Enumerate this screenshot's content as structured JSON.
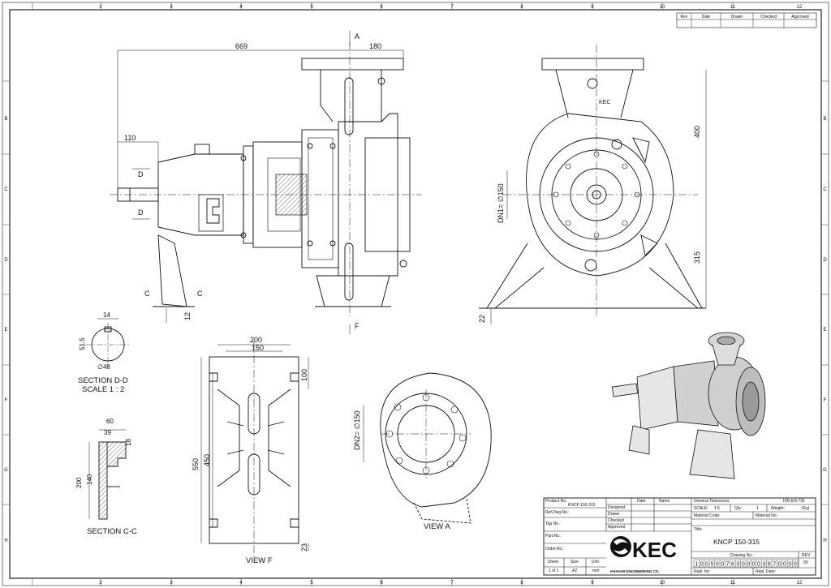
{
  "border": {
    "col_labels": [
      "2",
      "3",
      "4",
      "5",
      "6",
      "7",
      "8",
      "9",
      "10",
      "11",
      "12"
    ],
    "row_labels": [
      "B",
      "C",
      "D",
      "E",
      "F",
      "G",
      "H"
    ]
  },
  "revision_table": {
    "headers": [
      "Rev",
      "Date",
      "Drawn",
      "Checked",
      "Approved"
    ]
  },
  "view_labels": {
    "section_dd": "SECTION D-D",
    "section_dd_scale": "SCALE 1 : 2",
    "section_cc": "SECTION C-C",
    "view_f": "VIEW F",
    "view_a": "VIEW A",
    "arrow_a": "A",
    "arrow_f": "F",
    "cut_d_top": "D",
    "cut_d_bottom": "D",
    "cut_c_left": "C",
    "cut_c_right": "C",
    "brand_mark": "KEC"
  },
  "dimensions": {
    "side_669": "669",
    "side_180": "180",
    "side_110": "110",
    "side_12": "12",
    "front_400": "400",
    "front_315": "315",
    "front_22": "22",
    "front_dn1": "DN1= ∅150",
    "dd_14": "14",
    "dd_515": "51.5",
    "dd_48": "∅48",
    "cc_60": "60",
    "cc_39": "39",
    "cc_18": "18",
    "cc_200": "200",
    "cc_140": "140",
    "vf_200": "200",
    "vf_150": "150",
    "vf_100": "100",
    "vf_550": "550",
    "vf_450": "450",
    "vf_23": "23",
    "va_dn2": "DN2= ∅150"
  },
  "title_block": {
    "product_no_label": "Product No.",
    "product_no_value": "KNCP 150-315",
    "ref_dwg_label": "Ref.Dwg.No.:",
    "tag_label": "Tag No.:",
    "part_label": "Part.No.:",
    "order_label": "Order.No.:",
    "sign_col_date": "Date",
    "sign_col_name": "Name",
    "sign_rows": [
      "Designed",
      "Drawn",
      "Checked",
      "Approved"
    ],
    "tolerances_label": "General Tolerances:",
    "tolerances_value": "DIN EN 735",
    "scale_label": "SCALE:",
    "scale_value": "1:5",
    "qty_label": "Qty:",
    "qty_value": "1",
    "weight_label": "Weight:",
    "weight_unit": "(Kg)",
    "material_code_label": "Material Code:",
    "material_no_label": "Material No.:",
    "title_label": "Title:",
    "title_value": "KNCP 150-315",
    "logo_text": "KEC",
    "logo_sub": "KHAVAR ENGINEERING CO.",
    "drawing_no_label": "Drawing No.:",
    "rev_label": "REV",
    "rev_value": "00",
    "drawing_no_digits": [
      "1",
      "0",
      "0",
      "5",
      "0",
      "0",
      "7",
      "6",
      "0",
      "0",
      "0",
      "0",
      "0",
      "3",
      "8",
      "7",
      "0",
      "0",
      "0",
      "0"
    ],
    "sheet_label": "Sheet",
    "size_label": "Size",
    "unit_label": "Unit",
    "sheet_value": "1 of 1",
    "size_value": "A2",
    "unit_value": "mm",
    "repl_for_label": "Repl. for:",
    "repl_date_label": "Repl. Date:"
  }
}
